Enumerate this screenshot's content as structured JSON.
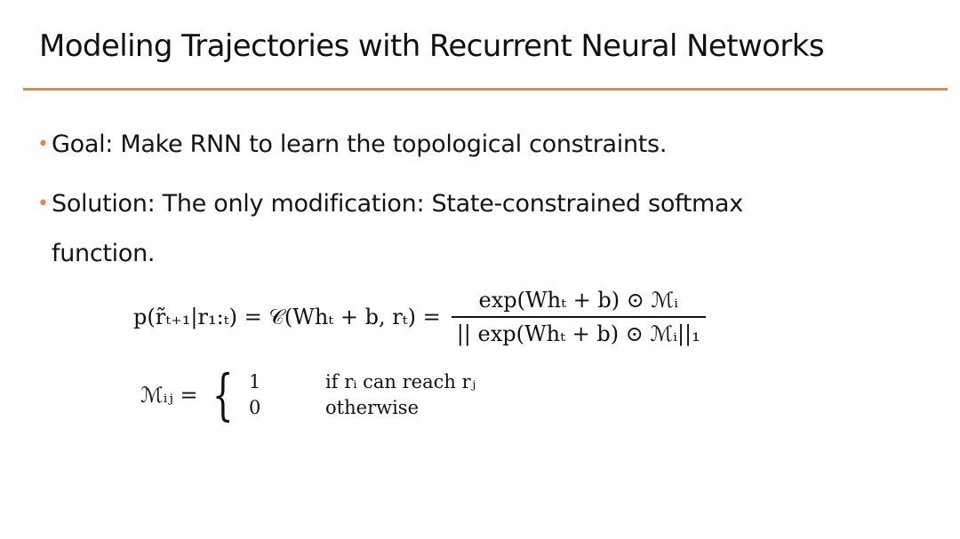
{
  "slide": {
    "title": "Modeling Trajectories with Recurrent Neural Networks",
    "accent_color": "#e2894a"
  },
  "bullets": [
    {
      "marker": "•",
      "text": "Goal: Make RNN to learn the topological constraints."
    },
    {
      "marker": "•",
      "line1": "Solution: The only modification: State-constrained softmax",
      "line2": "function."
    }
  ],
  "formula_main": {
    "lhs": "p(r̃ₜ₊₁|r₁:ₜ) = 𝒞(Whₜ + b, rₜ) =",
    "numerator": "exp(Whₜ + b) ⊙ ℳᵢ",
    "denominator": "|| exp(Whₜ + b) ⊙ ℳᵢ||₁"
  },
  "formula_mask": {
    "lhs": "ℳᵢⱼ =",
    "brace": "{",
    "case1_value": "1",
    "case1_condition": "if rᵢ can reach rⱼ",
    "case2_value": "0",
    "case2_condition": "otherwise"
  }
}
